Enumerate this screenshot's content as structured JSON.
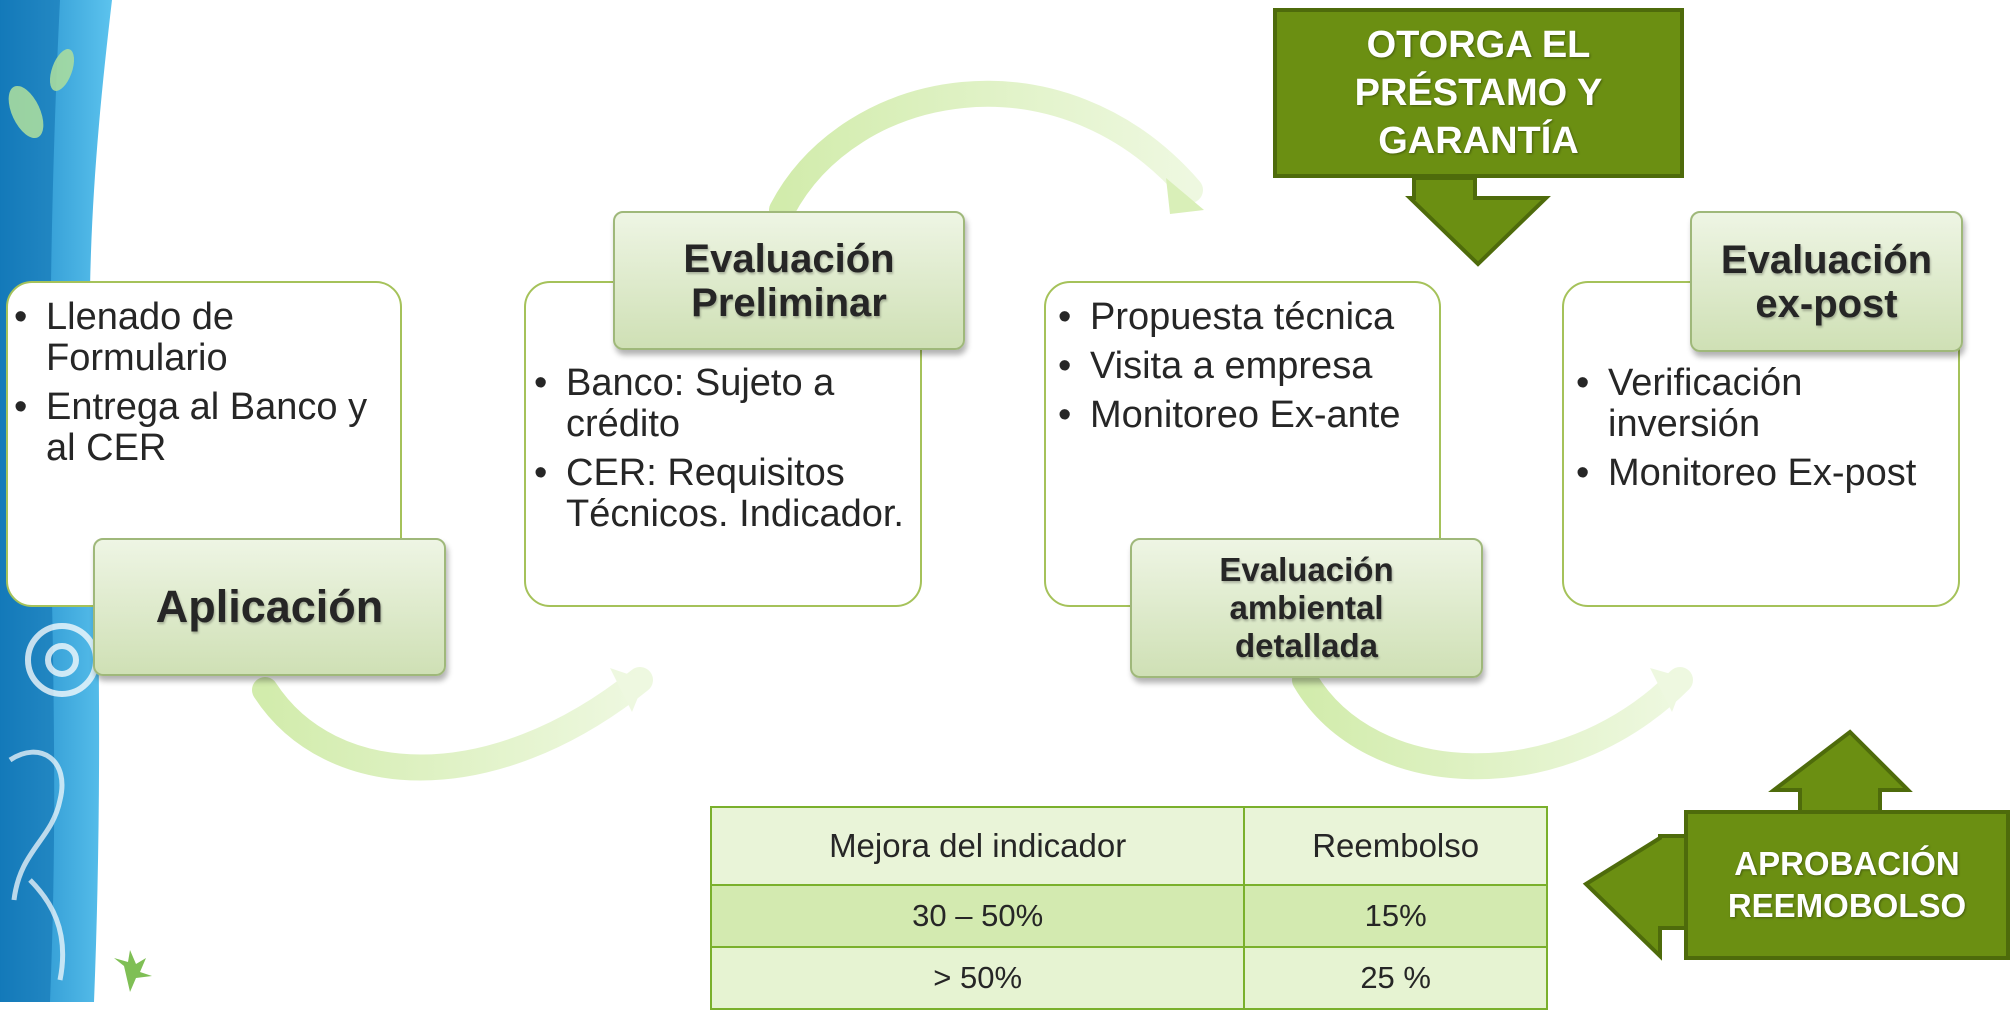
{
  "stages": {
    "s1": {
      "title": "Aplicación",
      "items": [
        "Llenado de Formulario",
        "Entrega al Banco y al CER"
      ]
    },
    "s2": {
      "title": "Evaluación Preliminar",
      "items": [
        "Banco: Sujeto a crédito",
        "CER: Requisitos Técnicos. Indicador."
      ]
    },
    "s3": {
      "title": "Evaluación ambiental detallada",
      "items": [
        "Propuesta técnica",
        "Visita a empresa",
        "Monitoreo Ex-ante"
      ]
    },
    "s4": {
      "title": "Evaluación ex-post",
      "items": [
        "Verificación inversión",
        "Monitoreo Ex-post"
      ]
    }
  },
  "callouts": {
    "loan": "OTORGA EL PRÉSTAMO Y GARANTÍA",
    "approval": "APROBACIÓN REEMOBOLSO"
  },
  "table": {
    "headers": [
      "Mejora del indicador",
      "Reembolso"
    ],
    "rows": [
      [
        "30 – 50%",
        "15%"
      ],
      [
        "> 50%",
        "25 %"
      ]
    ]
  },
  "colors": {
    "arrow_green": "#6b8f12",
    "arrow_border": "#4e6b0b",
    "box_border": "#a5c25a",
    "curve_arrow": "#d9efb8",
    "background_panel": "#2a9fd6"
  }
}
